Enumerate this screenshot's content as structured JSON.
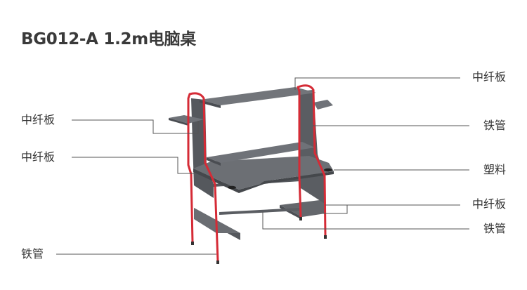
{
  "title": "BG012-A 1.2m电脑桌",
  "callouts": {
    "left_top_board": "中纤板",
    "left_mid_board": "中纤板",
    "left_bottom_tube": "铁管",
    "right_top_board": "中纤板",
    "right_tube_upper": "铁管",
    "right_plastic": "塑料",
    "right_lower_board": "中纤板",
    "right_tube_lower": "铁管"
  },
  "colors": {
    "frame": "#d52b36",
    "board": "#5e6166",
    "board_top": "#6f7278",
    "leader": "#555555"
  }
}
